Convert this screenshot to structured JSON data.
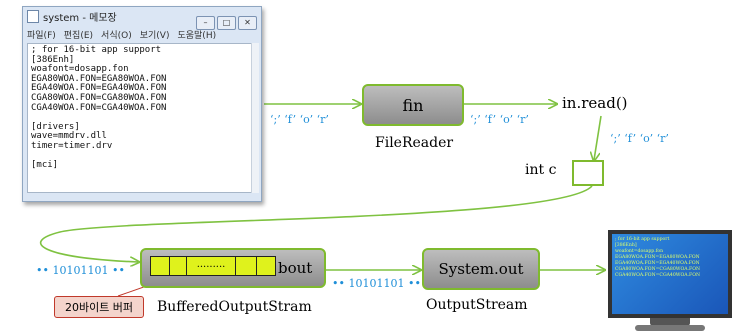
{
  "notepad": {
    "title": "system - 메모장",
    "menu": [
      "파일(F)",
      "편집(E)",
      "서식(O)",
      "보기(V)",
      "도움말(H)"
    ],
    "lines": [
      "; for 16-bit app support",
      "[386Enh]",
      "woafont=dosapp.fon",
      "EGA80WOA.FON=EGA80WOA.FON",
      "EGA40WOA.FON=EGA40WOA.FON",
      "CGA80WOA.FON=CGA80WOA.FON",
      "CGA40WOA.FON=CGA40WOA.FON",
      "",
      "[drivers]",
      "wave=mmdrv.dll",
      "timer=timer.drv",
      "",
      "[mci]"
    ]
  },
  "flow": {
    "chars": "‘;’ ‘f’ ‘o’ ‘r’",
    "fin_label": "fin",
    "filereader_label": "FileReader",
    "read_label": "in.read()",
    "intc_label": "int c",
    "bits": "•• 10101101 ••",
    "bout_label": "bout",
    "buffer_dots": ".........",
    "buffered_label": "BufferedOutputStram",
    "callout": "20바이트 버퍼",
    "sysout_label": "System.out",
    "outputstream_label": "OutputStream"
  },
  "monitor": {
    "lines": [
      "; for 16-bit app support",
      "[386Enh]",
      "woafont=dosapp.fon",
      "EGA80WOA.FON=EGA80WOA.FON",
      "EGA40WOA.FON=EGA40WOA.FON",
      "CGA80WOA.FON=CGA80WOA.FON",
      "CGA40WOA.FON=CGA40WOA.FON"
    ]
  },
  "colors": {
    "arrow": "#7fc241",
    "box_border": "#7fba2e",
    "char_text": "#1f8fd8",
    "buffer_cell": "#dff21c"
  }
}
